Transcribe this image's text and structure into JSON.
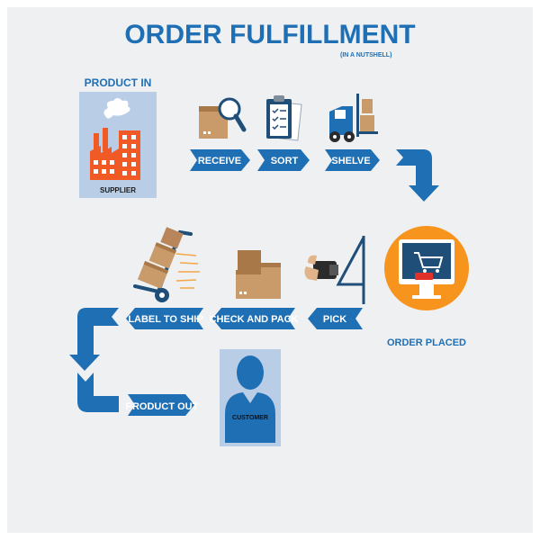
{
  "title": "ORDER FULFILLMENT",
  "subtitle": "(IN A NUTSHELL)",
  "product_in": {
    "heading": "PRODUCT IN",
    "supplier_label": "SUPPLIER"
  },
  "steps_top": {
    "receive": "RECEIVE",
    "sort": "SORT",
    "shelve": "SHELVE"
  },
  "order_placed": "ORDER PLACED",
  "steps_bottom": {
    "label_to_ship": "LABEL TO SHIP",
    "check_and_pack": "CHECK AND PACK",
    "pick": "PICK"
  },
  "product_out": "PRODUCT OUT",
  "customer_label": "CUSTOMER",
  "colors": {
    "blue": "#1f6fb5",
    "orange": "#f7941d",
    "factory_orange": "#f15a24",
    "panel": "#b9cde6",
    "box": "#c99a6a",
    "box_dark": "#a87848",
    "background": "#eef0f2"
  }
}
